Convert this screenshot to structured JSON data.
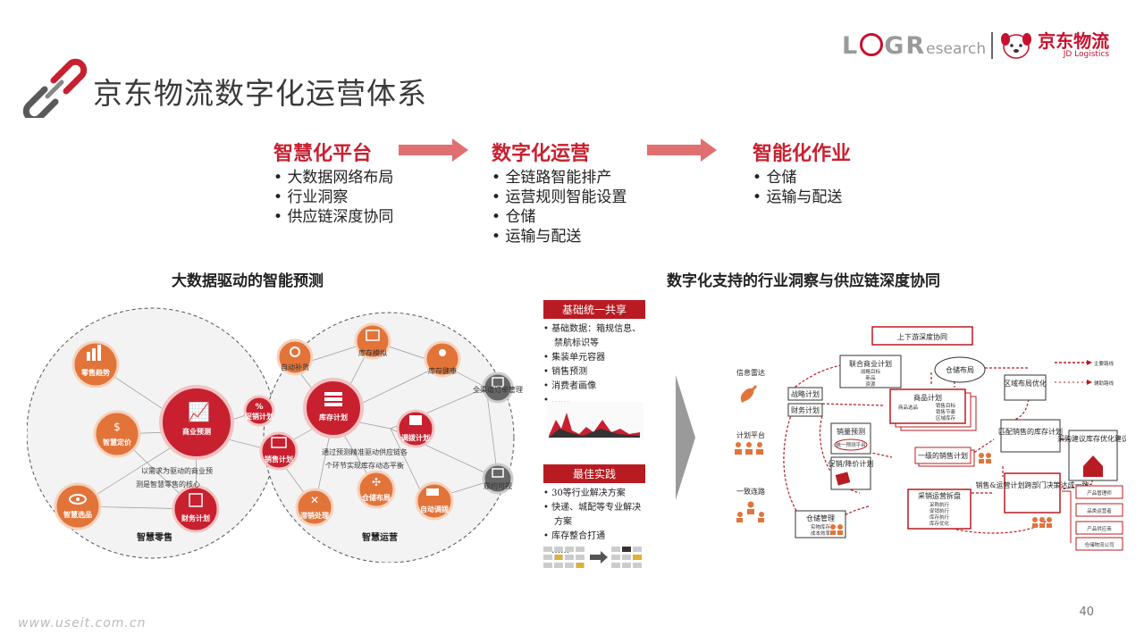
{
  "title": "京东物流数字化运营体系",
  "logo": {
    "logr": "L",
    "logr2": "GR",
    "research": "esearch",
    "jd_name": "京东物流",
    "jd_sub": "JD Logistics"
  },
  "sections": [
    {
      "heading": "智慧化平台",
      "bullets": [
        "大数据网络布局",
        "行业洞察",
        "供应链深度协同"
      ]
    },
    {
      "heading": "数字化运营",
      "bullets": [
        "全链路智能排产",
        "运营规则智能设置",
        "仓储",
        "运输与配送"
      ]
    },
    {
      "heading": "智能化作业",
      "bullets": [
        "仓储",
        "运输与配送"
      ]
    }
  ],
  "left_subtitle": "大数据驱动的智能预测",
  "right_subtitle": "数字化支持的行业洞察与供应链深度协同",
  "network": {
    "left_circle_label": "智慧零售",
    "right_circle_label": "智慧运营",
    "center_left": "商业预测",
    "center_right": "库存计划",
    "left_nodes": [
      "零售趋势",
      "智慧定价",
      "智慧选品",
      "财务计划"
    ],
    "right_nodes": [
      "自动补货",
      "库存模拟",
      "库存健康",
      "全渠道订单管理",
      "促销计划",
      "销售计划",
      "调拨计划",
      "滞销处理",
      "仓储布局",
      "自动调拨",
      "履约可视"
    ],
    "left_text": [
      "以需求为驱动的商业预",
      "测是智慧零售的核心"
    ],
    "right_text": [
      "通过预测精准驱动供应链各",
      "个环节实现库存动态平衡"
    ]
  },
  "panel1": {
    "title": "基础统一共享",
    "items": [
      "基础数据：箱规信息、禁航标识等",
      "集装单元容器",
      "销售预测",
      "消费者画像",
      "……"
    ]
  },
  "panel2": {
    "title": "最佳实践",
    "items": [
      "30等行业解决方案",
      "快递、城配等专业解决方案",
      "库存整合打通",
      "……"
    ]
  },
  "diagram": {
    "title": "上下游深度协同",
    "left_labels": [
      "信息雷达",
      "计划平台",
      "一致连路"
    ],
    "legend": [
      "主要路线",
      "辅助路线"
    ],
    "boxes": {
      "strategy": "战略计划",
      "finance": "财务计划",
      "joint": "联合商业计划",
      "joint_sub": [
        "战略目标",
        "新品",
        "资源"
      ],
      "warehouse_layout": "仓储布局",
      "region": "区域布局优化",
      "product": "商品计划",
      "product_sub": [
        "商品选品",
        "销售目标",
        "销售节奏",
        "区域库存"
      ],
      "sales_forecast": "销量预测",
      "sales_forecast_sub": "统一预测平台",
      "promo": "促销/降价计划",
      "level1": "一级的销售计划",
      "match": "匹配销售的库存计划",
      "purchase": "采购建议库存优化建议",
      "sop": "销售&运营计划跨部门决策达成一致",
      "track": "采销运营拆盘",
      "track_sub": [
        "采购执行",
        "促销执行",
        "库存执行",
        "库存优化"
      ],
      "wm": "仓储管理",
      "wm_sub": [
        "实物库存",
        "成本效率"
      ],
      "right_stack": [
        "产品管理师",
        "品类运营者",
        "产品供应商",
        "仓储物流公司"
      ]
    }
  },
  "page_number": "40",
  "watermark": "www.useit.com.cn",
  "colors": {
    "accent": "#c8202f",
    "arrow": "#e07070",
    "node": "#e2743a",
    "center": "#c8202f"
  }
}
